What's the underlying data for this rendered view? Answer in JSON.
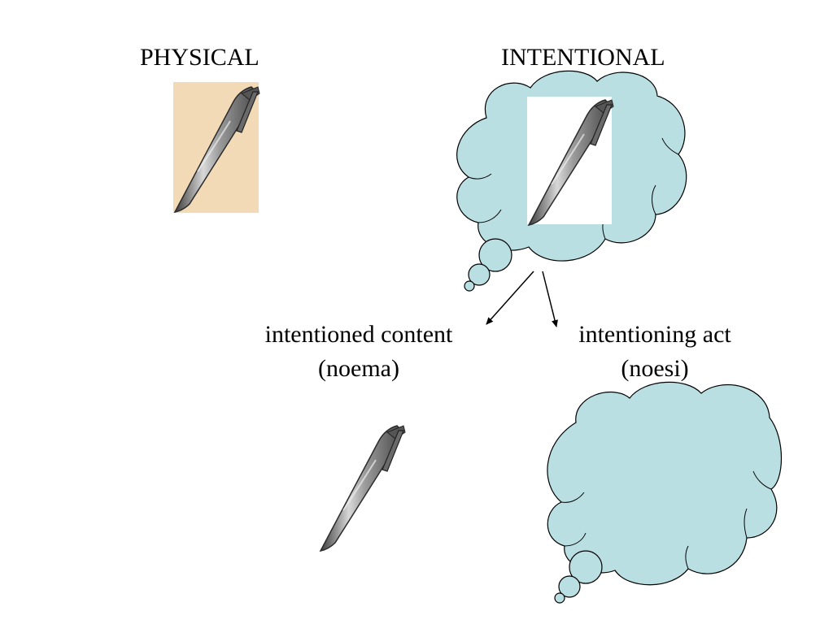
{
  "labels": {
    "physical": "PHYSICAL",
    "intentional": "INTENTIONAL",
    "noema_line1": "intentioned content",
    "noema_line2": "(noema)",
    "noesi_line1": "intentioning act",
    "noesi_line2": "(noesi)"
  },
  "colors": {
    "physical_background": "#F2DAB7",
    "cloud_fill": "#BADFE3",
    "pen_body": "#8A8A8A",
    "stroke": "#000000"
  }
}
